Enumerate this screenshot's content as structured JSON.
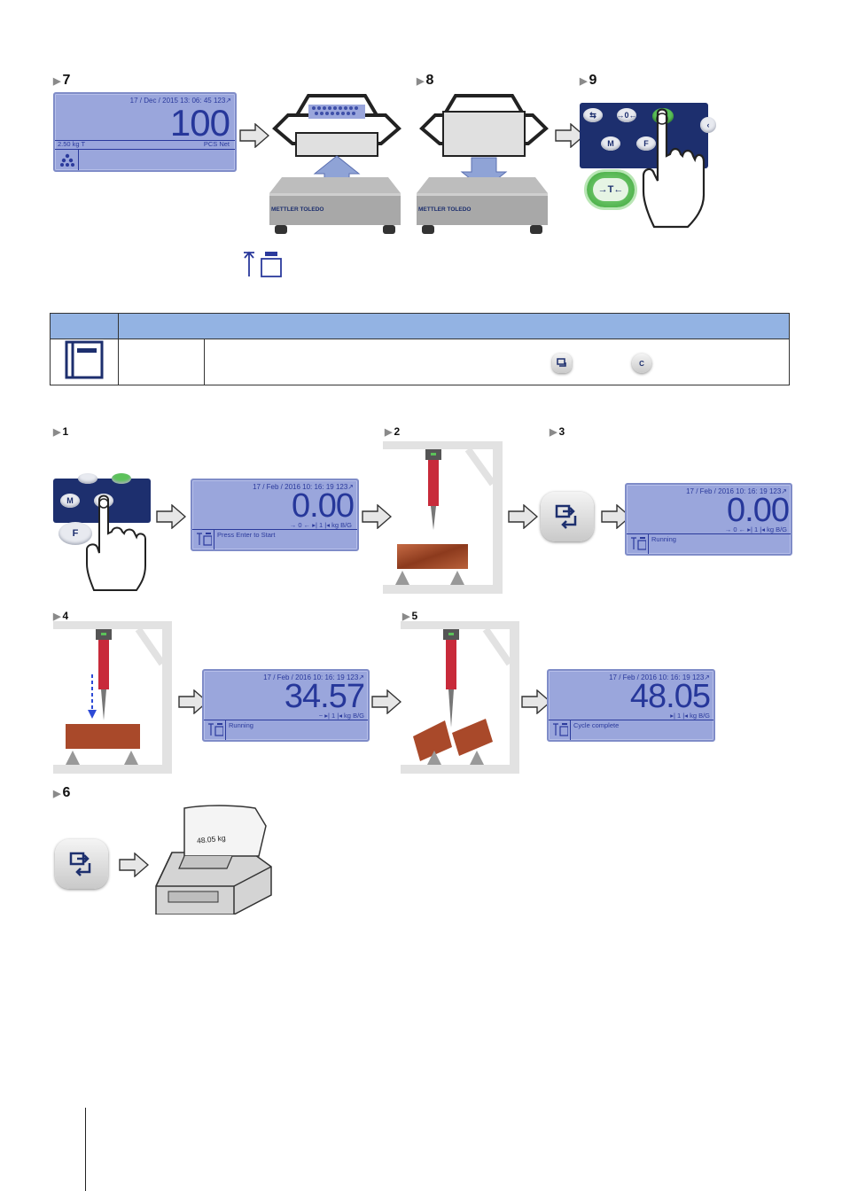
{
  "top_section": {
    "step7": "7",
    "step8": "8",
    "step9": "9",
    "lcd7": {
      "datetime": "17 / Dec / 2015  13: 06: 45  123↗",
      "value": "100",
      "left_status": "2.50 kg T",
      "units": "PCS   Net"
    },
    "brand": "METTLER TOLEDO"
  },
  "table": {
    "header_col1": "",
    "header_col2": ""
  },
  "bottom_section": {
    "step1": "1",
    "step2": "2",
    "step3": "3",
    "step4": "4",
    "step5": "5",
    "step6": "6",
    "lcd1": {
      "datetime": "17 / Feb / 2016  10: 16: 19  123↗",
      "value": "0.00",
      "units": "→ 0 ←    ▸| 1 |◂     kg     B/G",
      "status": "Press Enter to Start"
    },
    "lcd3": {
      "datetime": "17 / Feb / 2016  10: 16: 19  123↗",
      "value": "0.00",
      "units": "→ 0 ←    ▸| 1 |◂     kg     B/G",
      "status": "Running"
    },
    "lcd4": {
      "datetime": "17 / Feb / 2016  10: 16: 19  123↗",
      "value": "34.57",
      "units": "~           ▸| 1 |◂     kg     B/G",
      "status": "Running"
    },
    "lcd5": {
      "datetime": "17 / Feb / 2016  10: 16: 19  123↗",
      "value": "48.05",
      "units": "▸| 1 |◂     kg     B/G",
      "status": "Cycle complete"
    },
    "printout": "48.05 kg"
  },
  "keys": {
    "m": "M",
    "f": "F",
    "c": "C"
  }
}
